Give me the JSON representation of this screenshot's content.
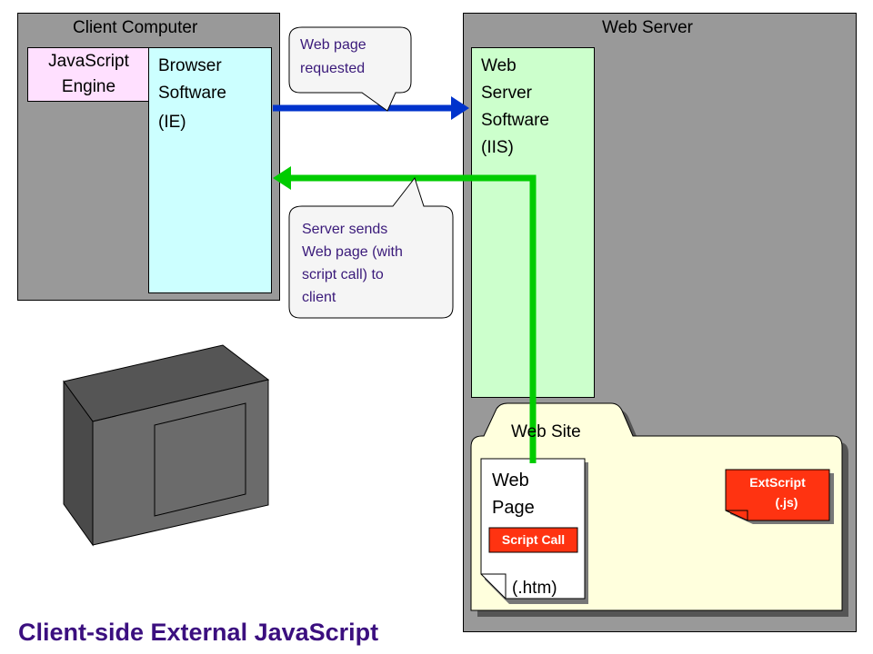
{
  "client": {
    "title": "Client Computer",
    "js_engine_line1": "JavaScript",
    "js_engine_line2": "Engine",
    "browser_line1": "Browser",
    "browser_line2": "Software",
    "browser_line3": "(IE)"
  },
  "server": {
    "title": "Web Server",
    "software_line1": "Web",
    "software_line2": "Server",
    "software_line3": "Software",
    "software_line4": "(IIS)"
  },
  "website": {
    "title": "Web Site",
    "page_line1": "Web",
    "page_line2": "Page",
    "page_ext": "(.htm)",
    "script_call": "Script Call",
    "ext_script_line1": "ExtScript",
    "ext_script_line2": "(.js)"
  },
  "callouts": {
    "request_line1": "Web page",
    "request_line2": "requested",
    "response_line1": "Server sends",
    "response_line2": "Web page (with",
    "response_line3": "script call) to",
    "response_line4": "client"
  },
  "footer": {
    "title": "Client-side External JavaScript"
  },
  "colors": {
    "panel_gray": "#999999",
    "js_engine_pink": "#ffe0ff",
    "browser_cyan": "#ccffff",
    "server_green": "#ccffcc",
    "website_yellow": "#ffffdd",
    "request_arrow_blue": "#0033cc",
    "response_arrow_green": "#00cc00",
    "script_red": "#ff3311",
    "title_purple": "#3b0f7f"
  }
}
